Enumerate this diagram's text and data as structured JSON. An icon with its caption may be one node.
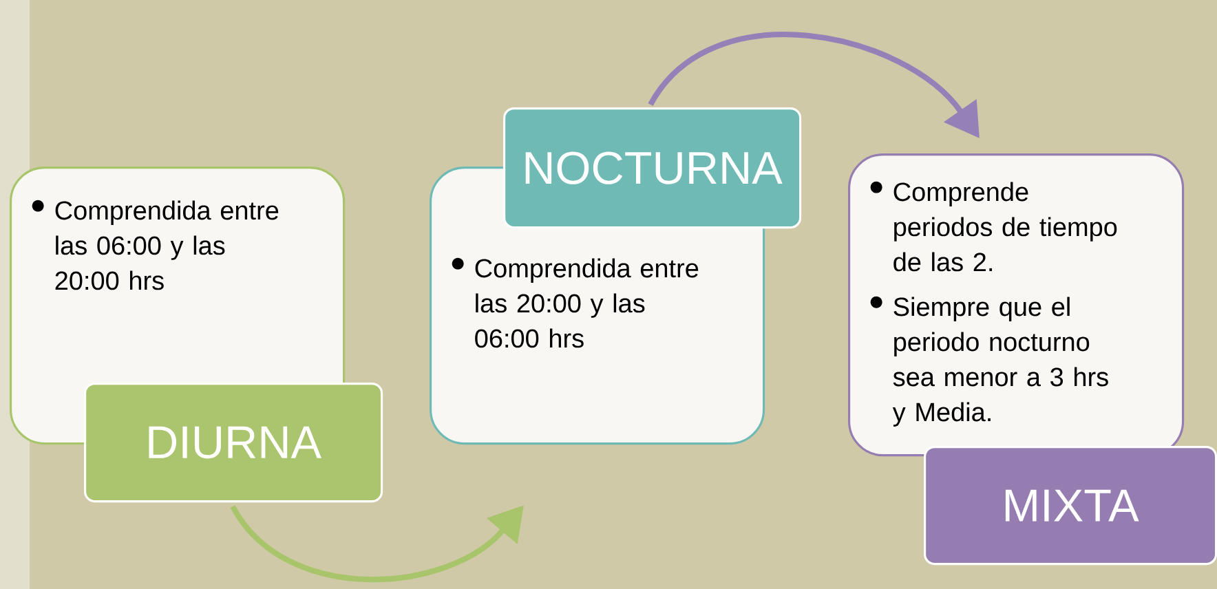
{
  "diagram": {
    "nodes": [
      {
        "text": [
          "Comprendida entre las 06:00 y las 20:00 hrs"
        ]
      },
      {
        "text": [
          "DIURNA"
        ]
      },
      {
        "text": [
          "Comprendida entre las 20:00 y las 06:00 hrs"
        ]
      },
      {
        "text": [
          "NOCTURNA"
        ]
      },
      {
        "text": [
          "Comprende periodos de tiempo de las 2.",
          "Siempre que el periodo nocturno sea menor a 3 hrs y Media."
        ]
      },
      {
        "text": [
          "MIXTA"
        ]
      }
    ],
    "edges": [
      {
        "from": 1,
        "to": 2,
        "arrow": "to",
        "color": "#a9c56c"
      },
      {
        "from": 3,
        "to": 4,
        "arrow": "to",
        "color": "#9581b7"
      }
    ]
  }
}
